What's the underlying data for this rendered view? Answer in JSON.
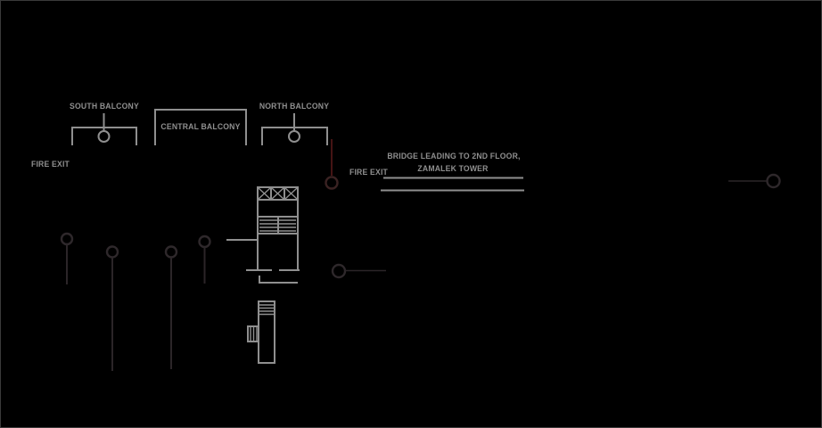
{
  "colors": {
    "background": "#000000",
    "frame_border": "#3a3a3a",
    "annotation_gray": "#8f8f8f",
    "dark_linework": "#2b2528",
    "accent_dark_red": "#451414"
  },
  "plan": {
    "balconies": {
      "south": {
        "label": "SOUTH BALCONY"
      },
      "central": {
        "label": "CENTRAL BALCONY"
      },
      "north": {
        "label": "NORTH BALCONY"
      }
    },
    "exits": {
      "west_fire_exit": {
        "label": "FIRE EXIT"
      },
      "east_fire_exit": {
        "label": "FIRE EXIT"
      }
    },
    "bridge_note": {
      "line1": "BRIDGE LEADING TO 2ND FLOOR,",
      "line2": "ZAMALEK TOWER"
    }
  }
}
